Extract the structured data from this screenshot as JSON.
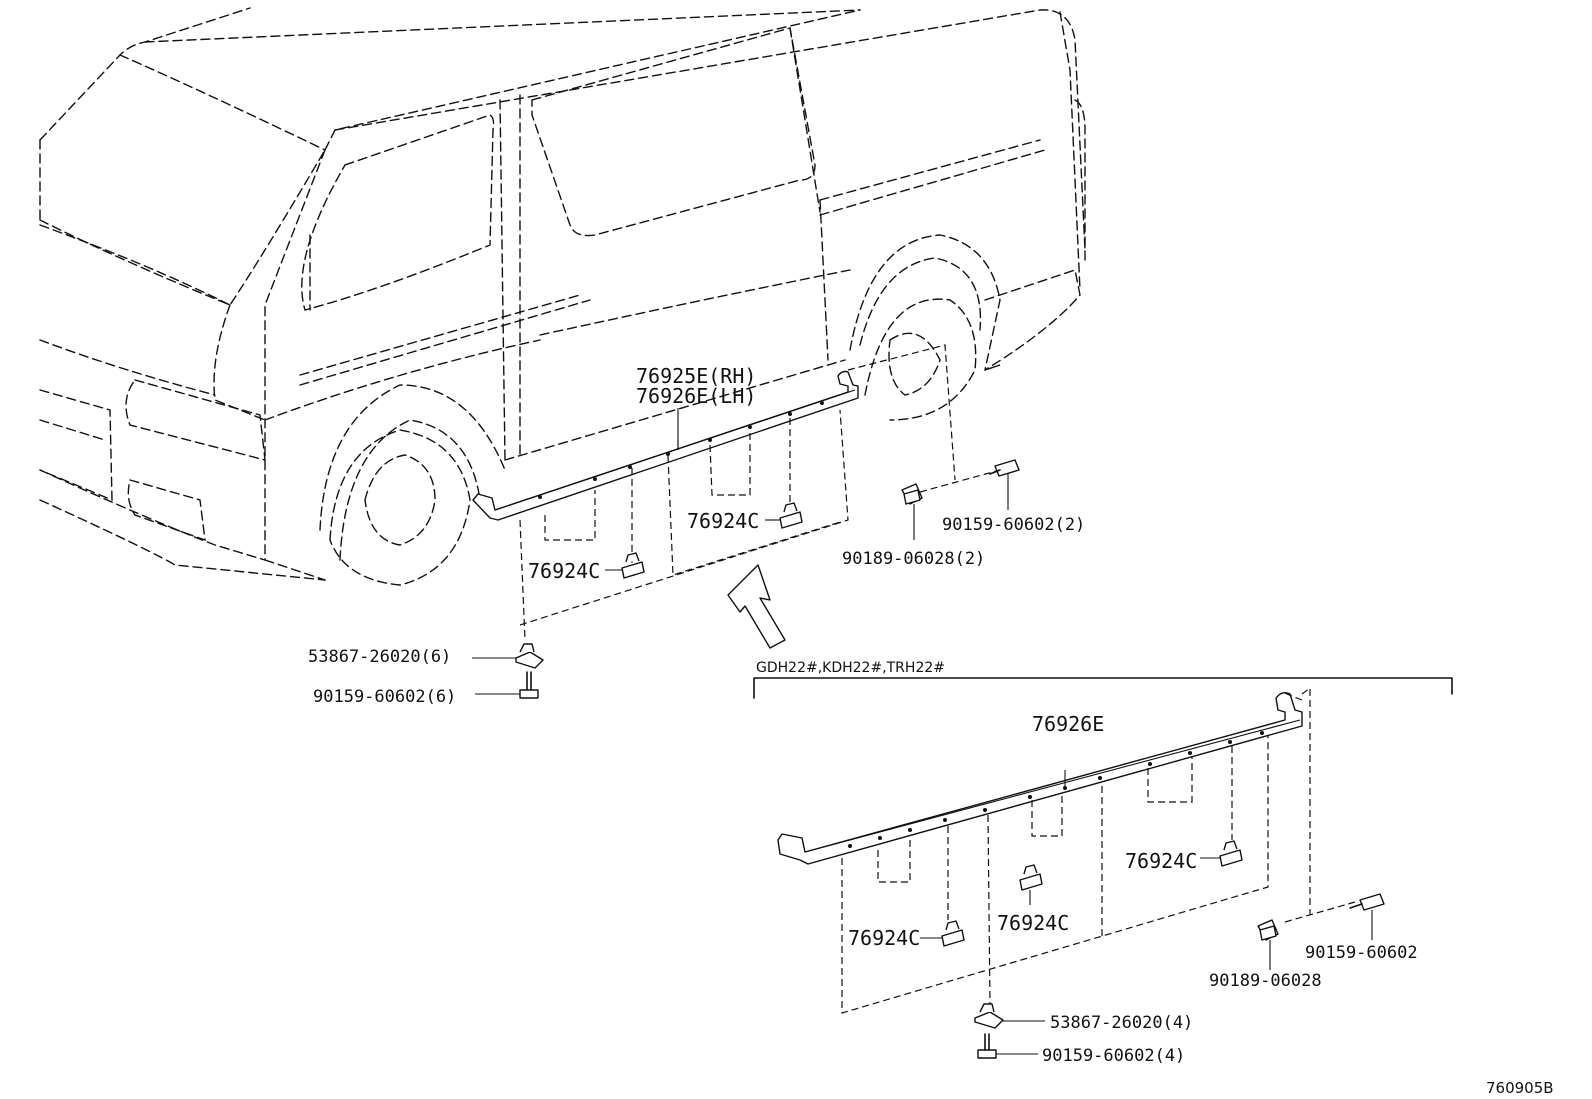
{
  "labels": {
    "moulding_rh": "76925E(RH)",
    "moulding_lh": "76926E(LH)",
    "clip_upper_right": "76924C",
    "clip_upper_left": "76924C",
    "screw_upper": "90159-60602(2)",
    "nut_upper": "90189-06028(2)",
    "retainer_upper": "53867-26020(6)",
    "screw_lower_left": "90159-60602(6)",
    "variant_models": "GDH22#,KDH22#,TRH22#",
    "moulding_variant": "76926E",
    "clip_var_right": "76924C",
    "clip_var_mid": "76924C",
    "clip_var_left": "76924C",
    "screw_var": "90159-60602",
    "nut_var": "90189-06028",
    "retainer_var": "53867-26020(4)",
    "screw_var_bottom": "90159-60602(4)",
    "diagram_id": "760905B"
  }
}
